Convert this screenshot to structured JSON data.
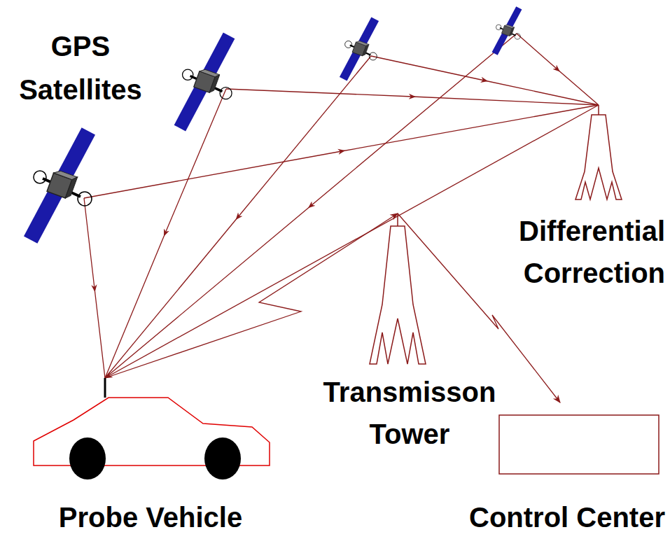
{
  "diagram": {
    "nodes": [
      {
        "text": [
          "Differential Correction"
        ]
      },
      {
        "text": [
          "Transmisson Tower"
        ]
      },
      {
        "text": [
          "Probe Vehicle"
        ]
      },
      {
        "text": [
          "Control Center"
        ]
      }
    ],
    "edges": [
      {
        "from": 0,
        "to": 2,
        "arrow": "to"
      },
      {
        "from": 2,
        "to": 1,
        "arrow": "to"
      },
      {
        "from": 1,
        "to": 3,
        "arrow": "to"
      }
    ],
    "labels": [
      "GPS Satellites"
    ]
  }
}
